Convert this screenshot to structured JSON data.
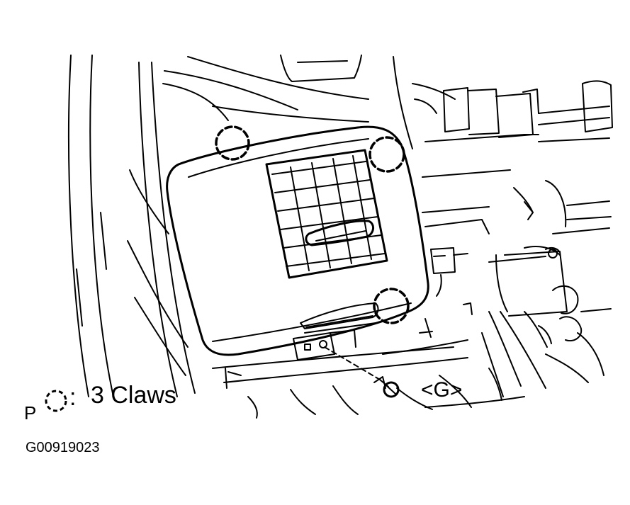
{
  "colors": {
    "ink": "#000000",
    "paper": "#ffffff"
  },
  "legend": {
    "prefix": "P",
    "symbol": "dashed-circle-icon",
    "text": "3 Claws"
  },
  "callout": {
    "label": "<G>"
  },
  "figure_id": "G00919023"
}
